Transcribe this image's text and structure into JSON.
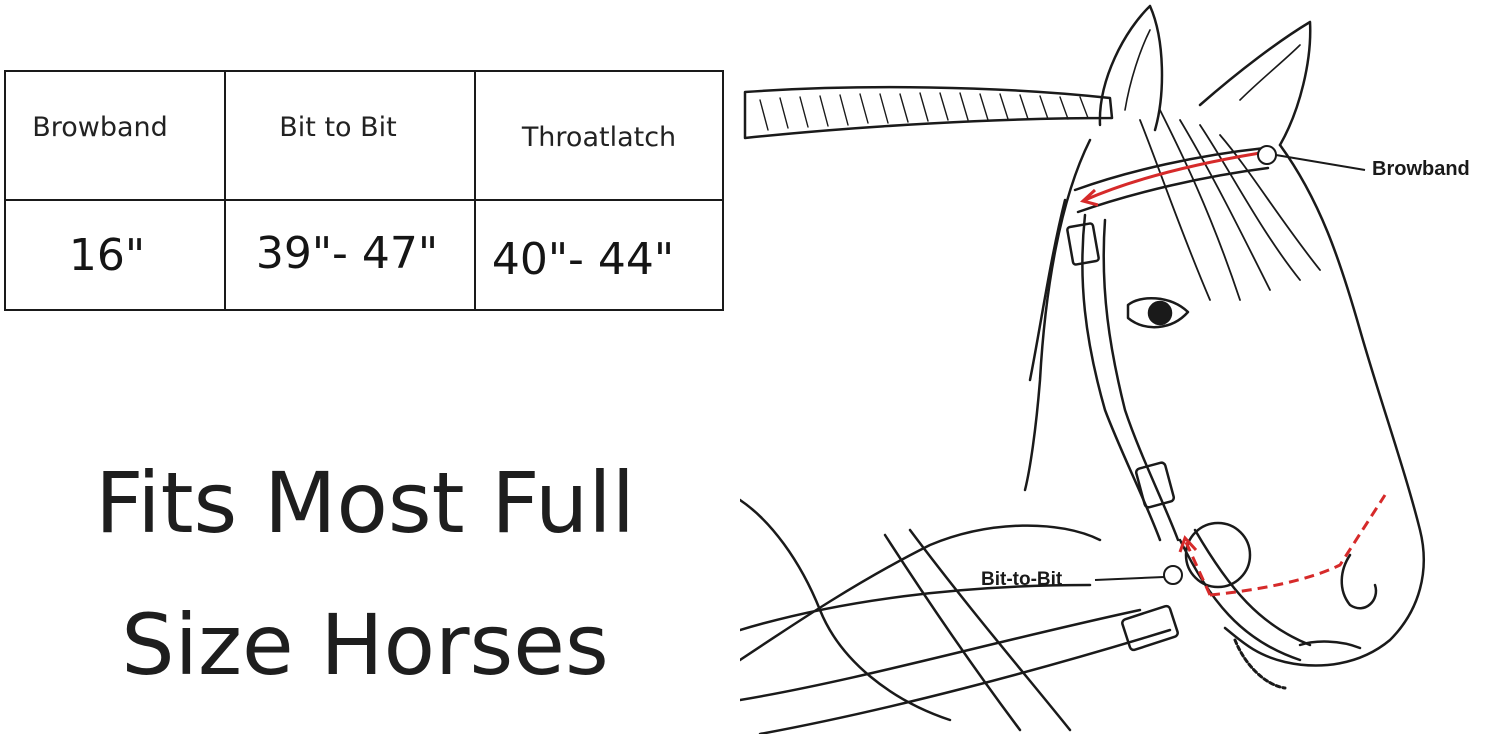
{
  "size_chart": {
    "headers": [
      "Browband",
      "Bit to Bit",
      "Throatlatch"
    ],
    "values": [
      "16\"",
      "39\"- 47\"",
      "40\"- 44\""
    ]
  },
  "headline": {
    "line1": "Fits Most Full",
    "line2": "Size Horses"
  },
  "diagram": {
    "browband_label": "Browband",
    "bit_to_bit_label": "Bit-to-Bit",
    "measure_color": "#d62a2a",
    "line_color": "#1a1a1a"
  }
}
